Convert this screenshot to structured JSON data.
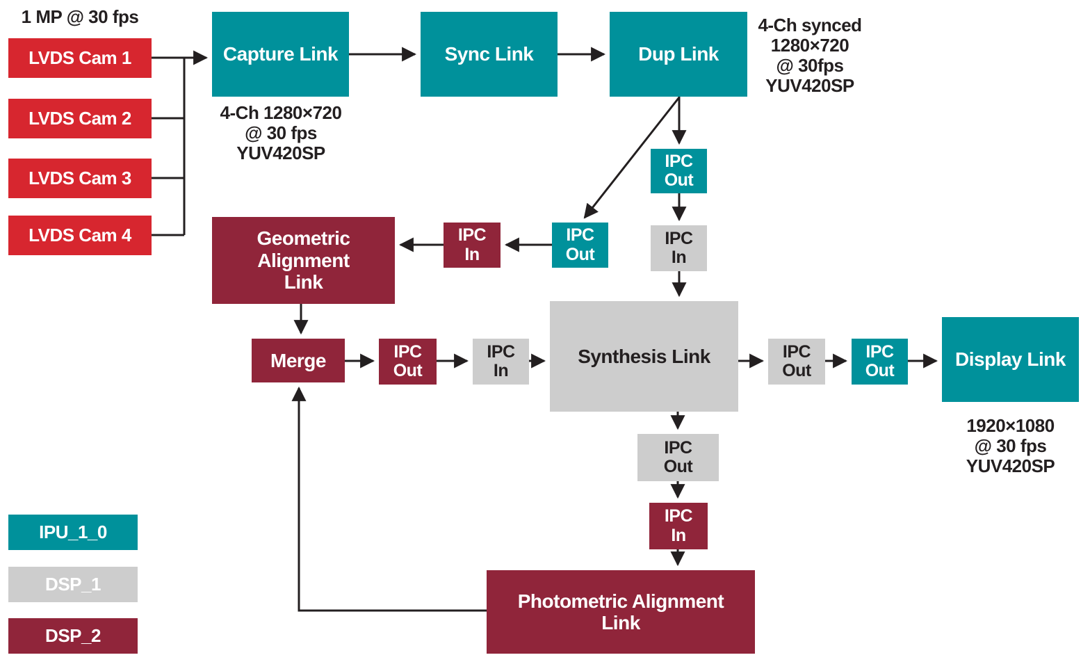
{
  "colors": {
    "ipu": "#00919B",
    "dsp1": "#CDCDCD",
    "dsp2": "#90253A",
    "camera": "#D7262F",
    "ink": "#231F20"
  },
  "nodes": {
    "cam1": "LVDS Cam 1",
    "cam2": "LVDS Cam 2",
    "cam3": "LVDS Cam 3",
    "cam4": "LVDS Cam 4",
    "capture": "Capture Link",
    "sync": "Sync Link",
    "dup": "Dup Link",
    "geometric": "Geometric\nAlignment\nLink",
    "merge": "Merge",
    "synthesis": "Synthesis Link",
    "display": "Display Link",
    "photometric": "Photometric Alignment\nLink",
    "ipc_out": "IPC\nOut",
    "ipc_in": "IPC\nIn"
  },
  "annotations": {
    "cam_rate": "1 MP @ 30 fps",
    "capture_format": "4-Ch 1280×720\n@ 30 fps\nYUV420SP",
    "dup_format": "4-Ch synced\n1280×720\n@ 30fps\nYUV420SP",
    "display_format": "1920×1080\n@ 30 fps\nYUV420SP"
  },
  "legend": [
    {
      "label": "IPU_1_0",
      "color": "#00919B"
    },
    {
      "label": "DSP_1",
      "color": "#CDCDCD"
    },
    {
      "label": "DSP_2",
      "color": "#90253A"
    }
  ]
}
